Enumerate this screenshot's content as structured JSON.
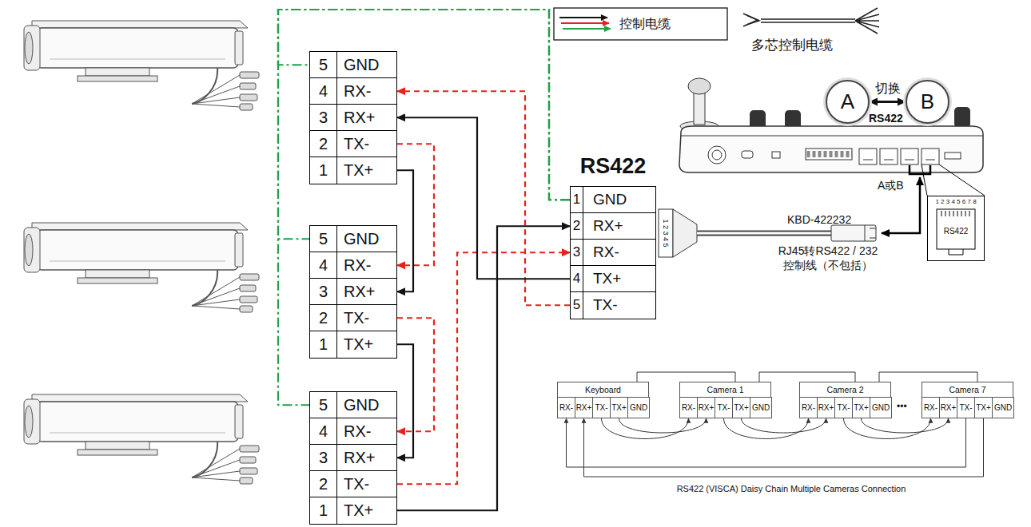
{
  "diagram": {
    "nodes": [
      {
        "text": [
          "5",
          "GND"
        ]
      },
      {
        "text": [
          "4",
          "RX-"
        ]
      },
      {
        "text": [
          "3",
          "RX+"
        ]
      },
      {
        "text": [
          "2",
          "TX-"
        ]
      },
      {
        "text": [
          "1",
          "TX+"
        ]
      },
      {
        "text": [
          "5",
          "GND"
        ]
      },
      {
        "text": [
          "4",
          "RX-"
        ]
      },
      {
        "text": [
          "3",
          "RX+"
        ]
      },
      {
        "text": [
          "2",
          "TX-"
        ]
      },
      {
        "text": [
          "1",
          "TX+"
        ]
      },
      {
        "text": [
          "5",
          "GND"
        ]
      },
      {
        "text": [
          "4",
          "RX-"
        ]
      },
      {
        "text": [
          "3",
          "RX+"
        ]
      },
      {
        "text": [
          "2",
          "TX-"
        ]
      },
      {
        "text": [
          "1",
          "TX+"
        ]
      },
      {
        "text": [
          "RS422"
        ]
      },
      {
        "text": [
          "1",
          "GND"
        ],
        "in": 15
      },
      {
        "text": [
          "2",
          "RX+"
        ],
        "in": 15
      },
      {
        "text": [
          "3",
          "RX-"
        ],
        "in": 15
      },
      {
        "text": [
          "4",
          "TX+"
        ],
        "in": 15
      },
      {
        "text": [
          "5",
          "TX-"
        ],
        "in": 15
      },
      {
        "text": [
          "A"
        ]
      },
      {
        "text": [
          "B"
        ]
      },
      {
        "text": [
          "1 2 3 4 5 6 7 8",
          "RS422"
        ]
      },
      {
        "text": [
          "Keyboard"
        ]
      },
      {
        "text": [
          "RX-"
        ],
        "in": 24
      },
      {
        "text": [
          "RX+"
        ],
        "in": 24
      },
      {
        "text": [
          "TX-"
        ],
        "in": 24
      },
      {
        "text": [
          "TX+"
        ],
        "in": 24
      },
      {
        "text": [
          "GND"
        ],
        "in": 24
      },
      {
        "text": [
          "Camera 1"
        ]
      },
      {
        "text": [
          "RX-"
        ],
        "in": 30
      },
      {
        "text": [
          "RX+"
        ],
        "in": 30
      },
      {
        "text": [
          "TX-"
        ],
        "in": 30
      },
      {
        "text": [
          "TX+"
        ],
        "in": 30
      },
      {
        "text": [
          "GND"
        ],
        "in": 30
      },
      {
        "text": [
          "Camera 2"
        ]
      },
      {
        "text": [
          "RX-"
        ],
        "in": 36
      },
      {
        "text": [
          "RX+"
        ],
        "in": 36
      },
      {
        "text": [
          "TX-"
        ],
        "in": 36
      },
      {
        "text": [
          "TX+"
        ],
        "in": 36
      },
      {
        "text": [
          "GND"
        ],
        "in": 36
      },
      {
        "text": [
          "Camera 7"
        ]
      },
      {
        "text": [
          "RX-"
        ],
        "in": 42
      },
      {
        "text": [
          "RX+"
        ],
        "in": 42
      },
      {
        "text": [
          "TX-"
        ],
        "in": 42
      },
      {
        "text": [
          "TX+"
        ],
        "in": 42
      },
      {
        "text": [
          "GND"
        ],
        "in": 42
      }
    ],
    "edges": [
      {
        "from": 16,
        "to": 0,
        "arrow": "none"
      },
      {
        "from": 16,
        "to": 5,
        "arrow": "none"
      },
      {
        "from": 16,
        "to": 10,
        "arrow": "none"
      },
      {
        "from": 20,
        "to": 1,
        "arrow": "to"
      },
      {
        "from": 3,
        "to": 6,
        "arrow": "to"
      },
      {
        "from": 8,
        "to": 11,
        "arrow": "to"
      },
      {
        "from": 13,
        "to": 18,
        "arrow": "to"
      },
      {
        "from": 19,
        "to": 2,
        "arrow": "to"
      },
      {
        "from": 4,
        "to": 7,
        "arrow": "to"
      },
      {
        "from": 9,
        "to": 12,
        "arrow": "to"
      },
      {
        "from": 14,
        "to": 17,
        "arrow": "to"
      },
      {
        "from": 21,
        "to": 22,
        "arrow": "both",
        "label": "切换"
      },
      {
        "from": 27,
        "to": 31,
        "arrow": "to"
      },
      {
        "from": 28,
        "to": 32,
        "arrow": "to"
      },
      {
        "from": 33,
        "to": 37,
        "arrow": "to"
      },
      {
        "from": 34,
        "to": 38,
        "arrow": "to"
      },
      {
        "from": 39,
        "to": 43,
        "arrow": "to"
      },
      {
        "from": 40,
        "to": 44,
        "arrow": "to"
      },
      {
        "from": 45,
        "to": 25,
        "arrow": "to"
      },
      {
        "from": 46,
        "to": 26,
        "arrow": "to"
      },
      {
        "from": 24,
        "to": 30,
        "arrow": "none"
      },
      {
        "from": 30,
        "to": 36,
        "arrow": "none"
      },
      {
        "from": 36,
        "to": 42,
        "arrow": "none"
      }
    ],
    "labels": [
      "RS422",
      "A或B",
      "KBD-422232",
      "RJ45转RS422 / 232 控制线（不包括）",
      "1 2 3 4 5",
      "•••",
      "RS422 (VISCA) Daisy Chain Multiple Cameras Connection"
    ],
    "legend": [
      {
        "text": "控制电缆"
      },
      {
        "text": "多芯控制电缆"
      }
    ]
  }
}
